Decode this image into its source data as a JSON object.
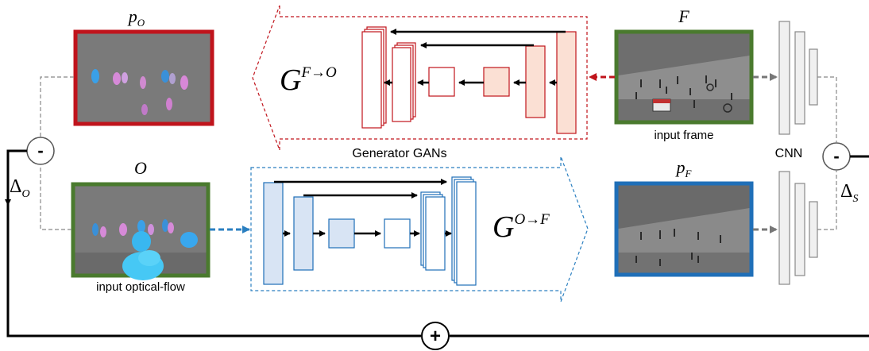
{
  "labels": {
    "p_o": "p",
    "p_o_sub": "O",
    "o": "O",
    "f": "F",
    "p_f": "p",
    "p_f_sub": "F",
    "g_f_to_o": "G",
    "g_f_to_o_sup": "F→O",
    "g_o_to_f": "G",
    "g_o_to_f_sup": "O→F",
    "delta_o": "Δ",
    "delta_o_sub": "O",
    "delta_s": "Δ",
    "delta_s_sub": "S",
    "generator_gans": "Generator GANs",
    "input_frame": "input frame",
    "input_optical_flow": "input optical-flow",
    "cnn": "CNN",
    "minus_left": "-",
    "minus_right": "-",
    "plus": "+"
  },
  "colors": {
    "red_frame": "#c0141c",
    "green_frame": "#4a7a2e",
    "blue_frame": "#1f6fb8",
    "red_dash": "#c0141c",
    "blue_dash": "#2a7fc0",
    "red_block_fill": "#fbe0d4",
    "blue_block_fill": "#d8e4f4",
    "gray_panel": "#7a7a7a"
  }
}
